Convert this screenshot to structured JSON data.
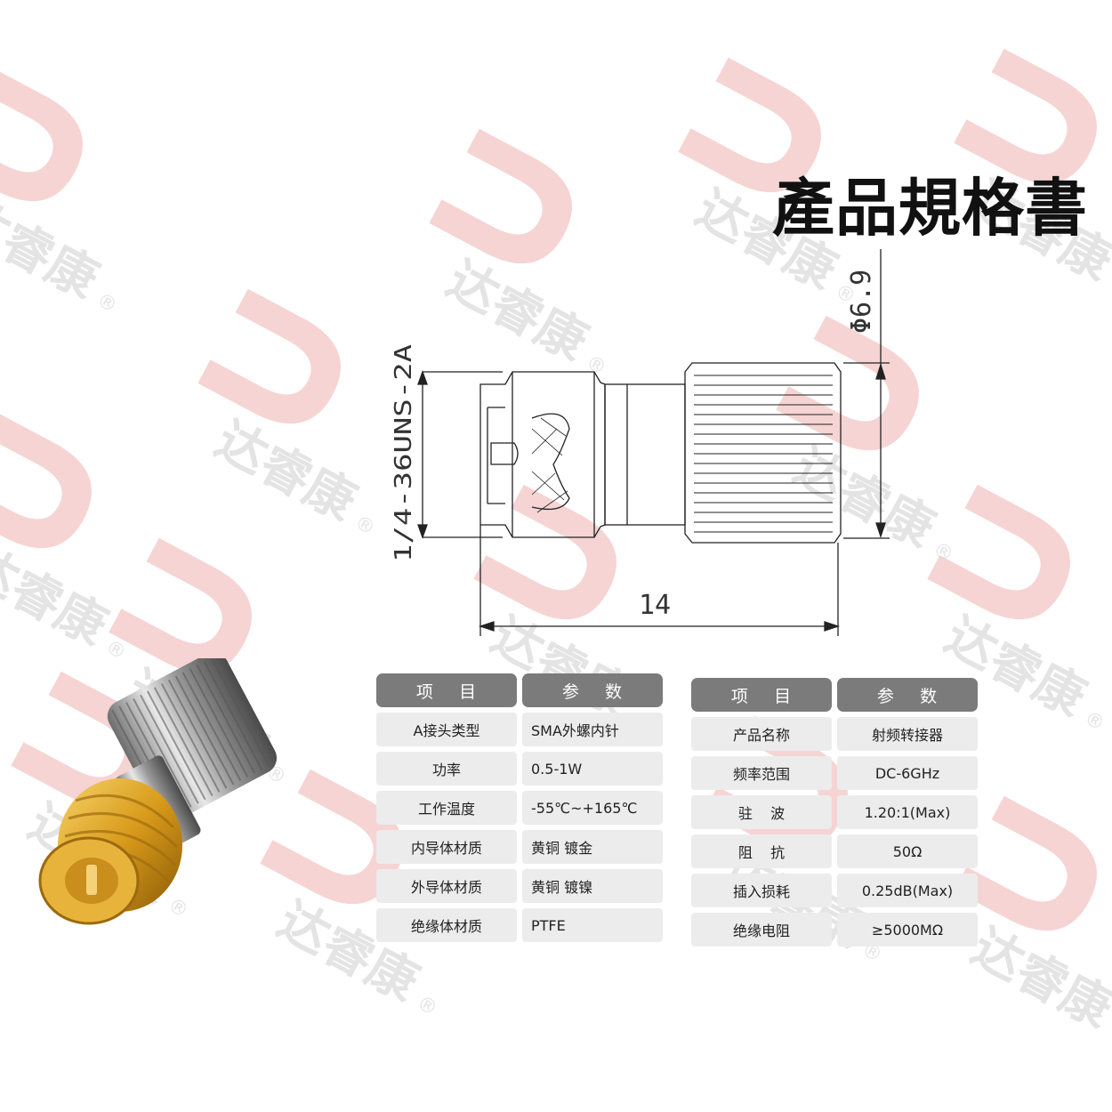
{
  "title": "產品規格書",
  "watermark": {
    "text": "达睿康",
    "mark": "®"
  },
  "drawing": {
    "thread_dim": "1/4-36UNS-2A",
    "diameter_dim": "Φ6.9",
    "length_dim": "14"
  },
  "table_left": {
    "headers": [
      "项    目",
      "参    数"
    ],
    "rows": [
      {
        "item": "A接头类型",
        "value": "SMA外螺内针"
      },
      {
        "item": "功率",
        "value": "0.5-1W"
      },
      {
        "item": "工作温度",
        "value": "-55℃~+165℃"
      },
      {
        "item": "内导体材质",
        "value": "黄铜 镀金"
      },
      {
        "item": "外导体材质",
        "value": "黄铜 镀镍"
      },
      {
        "item": "绝缘体材质",
        "value": "PTFE"
      }
    ]
  },
  "table_right": {
    "headers": [
      "项    目",
      "参    数"
    ],
    "rows": [
      {
        "item": "产品名称",
        "value": "射频转接器"
      },
      {
        "item": "频率范围",
        "value": "DC-6GHz"
      },
      {
        "item": "驻    波",
        "value": "1.20:1(Max)"
      },
      {
        "item": "阻    抗",
        "value": "50Ω"
      },
      {
        "item": "插入损耗",
        "value": "0.25dB(Max)"
      },
      {
        "item": "绝缘电阻",
        "value": "≥5000MΩ"
      }
    ]
  },
  "colors": {
    "header_bg": "#7b7b7b",
    "cell_bg": "#ececec",
    "watermark_red": "#f3c6c6",
    "watermark_gray": "#e4e4e4"
  }
}
